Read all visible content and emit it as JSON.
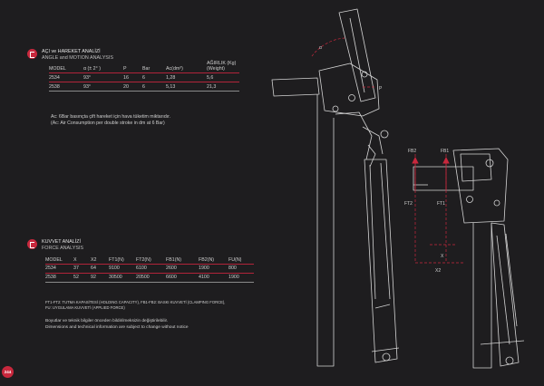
{
  "angle_section": {
    "title_tr": "AÇI ve HAREKET ANALİZİ",
    "title_en": "ANGLE and MOTION ANALYSIS",
    "weight_header_line1": "AĞIRLIK (Kg)",
    "weight_header_line2": "(Weight)",
    "columns": [
      "MODEL",
      "α (± 2° )",
      "P",
      "Bar",
      "Ac(dm³)"
    ],
    "rows": [
      [
        "2534",
        "93°",
        "16",
        "6",
        "1,28",
        "5,6"
      ],
      [
        "2538",
        "93°",
        "20",
        "6",
        "5,13",
        "21,3"
      ]
    ],
    "note_line1": "Ac: 6Bar basınçta çift hareket için hava tüketim miktarıdır.",
    "note_line2": "(Ac: Air Consumption per double stroke in dm  at 6 Bar)"
  },
  "force_section": {
    "title_tr": "KUVVET ANALİZİ",
    "title_en": "FORCE ANALYSIS",
    "columns": [
      "MODEL",
      "X",
      "X2",
      "FT1(N)",
      "FT2(N)",
      "FB1(N)",
      "FB2(N)",
      "FU(N)"
    ],
    "rows": [
      [
        "2534",
        "37",
        "64",
        "9100",
        "6100",
        "2600",
        "1900",
        "800"
      ],
      [
        "2538",
        "52",
        "92",
        "30500",
        "20500",
        "6600",
        "4100",
        "1900"
      ]
    ],
    "legend_line1": "FT1-FT2: TUTMA KAPASİTESİ (HOLDING CAPACITY), FB1-FB2: BASKI KUVVETİ (CLAMPING FORCE),",
    "legend_line2": "FU: UYGULAMA KUVVETİ (APPLIED FORCE)",
    "disclaimer_tr": "Boyutlar ve teknik bilgiler önceden bildirilmeksizin değiştirilebilir.",
    "disclaimer_en": "Dimensions and technical information are subject to change without notice"
  },
  "diagram_labels": {
    "alpha": "α",
    "p": "P",
    "fb2": "FB2",
    "fb1": "FB1",
    "ft2": "FT2",
    "ft1": "FT1",
    "x": "X",
    "x2": "X2"
  },
  "page_number": "244",
  "accent_color": "#c8283d",
  "icons": [
    "brand-logo-icon",
    "brand-logo-icon"
  ]
}
